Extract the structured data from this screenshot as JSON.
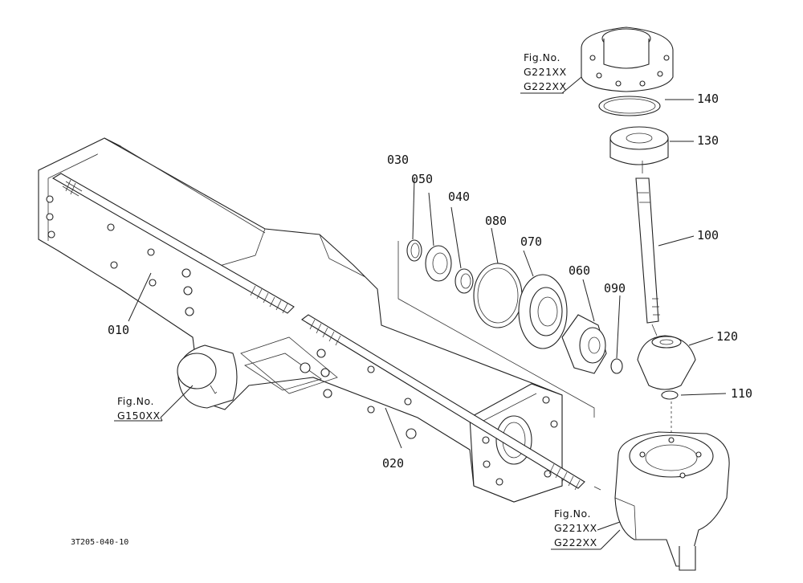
{
  "diagram": {
    "drawing_code": "3T205-040-10",
    "part_labels": {
      "p010": "010",
      "p020": "020",
      "p030": "030",
      "p040": "040",
      "p050": "050",
      "p060": "060",
      "p070": "070",
      "p080": "080",
      "p090": "090",
      "p100": "100",
      "p110": "110",
      "p120": "120",
      "p130": "130",
      "p140": "140"
    },
    "figure_refs": {
      "top": {
        "l1": "Fig.No.",
        "l2": "G221XX",
        "l3": "G222XX"
      },
      "left": {
        "l1": "Fig.No.",
        "l2": "G150XX"
      },
      "bottom": {
        "l1": "Fig.No.",
        "l2": "G221XX",
        "l3": "G222XX"
      }
    }
  }
}
